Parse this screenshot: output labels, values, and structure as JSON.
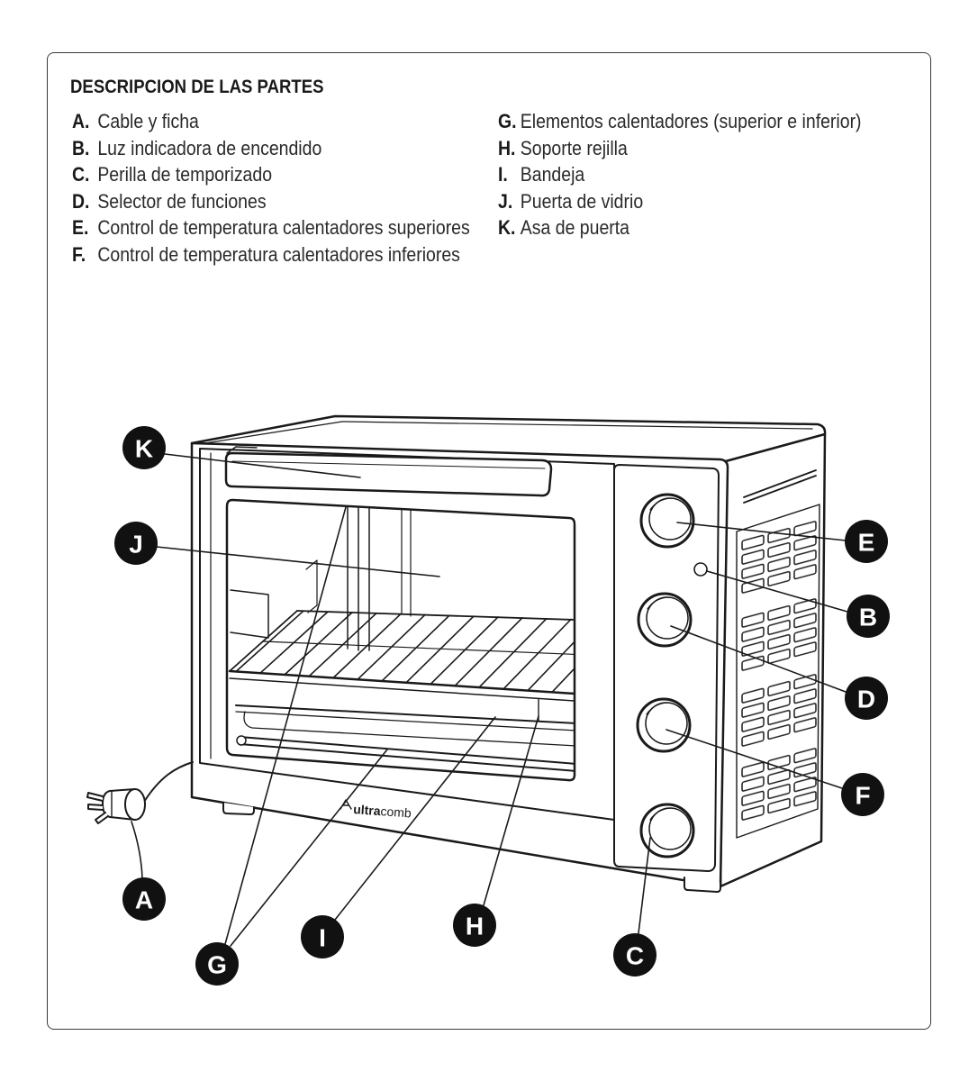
{
  "title": "DESCRIPCION DE LAS PARTES",
  "parts_left": [
    {
      "letter": "A.",
      "label": "Cable y ficha"
    },
    {
      "letter": "B.",
      "label": "Luz indicadora de encendido"
    },
    {
      "letter": "C.",
      "label": "Perilla de temporizado"
    },
    {
      "letter": "D.",
      "label": "Selector de funciones"
    },
    {
      "letter": "E.",
      "label": "Control de temperatura calentadores superiores"
    },
    {
      "letter": "F.",
      "label": "Control de temperatura calentadores inferiores"
    }
  ],
  "parts_right": [
    {
      "letter": "G.",
      "label": "Elementos calentadores (superior e inferior)"
    },
    {
      "letter": "H.",
      "label": "Soporte rejilla"
    },
    {
      "letter": "I.",
      "label": "Bandeja"
    },
    {
      "letter": "J.",
      "label": "Puerta de vidrio"
    },
    {
      "letter": "K.",
      "label": "Asa de puerta"
    }
  ],
  "callouts": {
    "a": "A",
    "b": "B",
    "c": "C",
    "d": "D",
    "e": "E",
    "f": "F",
    "g": "G",
    "h": "H",
    "i": "I",
    "j": "J",
    "k": "K"
  },
  "brand": {
    "bold": "ultra",
    "light": "comb"
  },
  "colors": {
    "ink": "#1a1a1a",
    "callout_fill": "#111111",
    "background": "#ffffff"
  }
}
